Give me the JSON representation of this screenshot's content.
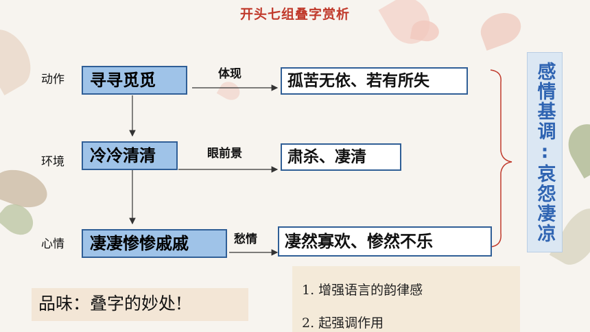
{
  "title": "开头七组叠字赏析",
  "rows": [
    {
      "label": "动作",
      "words": "寻寻觅觅",
      "relation": "体现",
      "meaning": "孤苦无依、若有所失"
    },
    {
      "label": "环境",
      "words": "冷冷清清",
      "relation": "眼前景",
      "meaning": "肃杀、凄清"
    },
    {
      "label": "心情",
      "words": "凄凄惨惨戚戚",
      "relation": "愁情",
      "meaning": "凄然寡欢、惨然不乐"
    }
  ],
  "summary": "感情基调:哀怨凄凉",
  "savor": "品味：叠字的妙处!",
  "points": [
    "1.  增强语言的韵律感",
    "2.  起强调作用"
  ],
  "colors": {
    "title": "#c0392b",
    "box_fill": "#9fc3e8",
    "box_border": "#2f5e96",
    "summary_text": "#2f64b2",
    "brace": "#c0392b"
  }
}
